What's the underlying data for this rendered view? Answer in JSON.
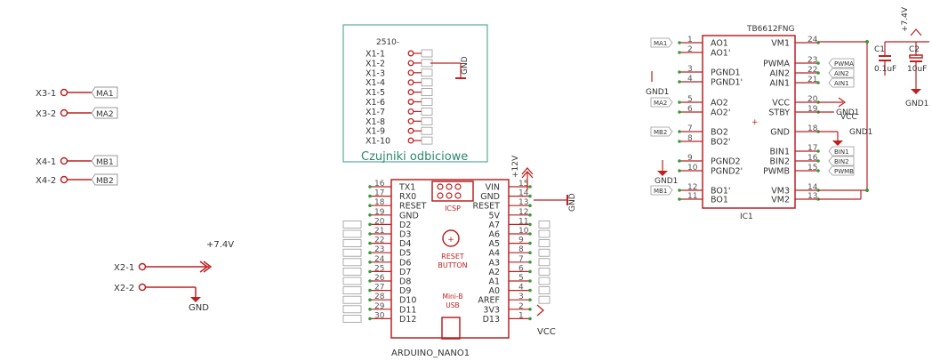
{
  "left_connectors": [
    {
      "label": "X3-1",
      "net": "MA1"
    },
    {
      "label": "X3-2",
      "net": "MA2"
    },
    {
      "label": "X4-1",
      "net": "MB1"
    },
    {
      "label": "X4-2",
      "net": "MB2"
    },
    {
      "label": "X2-1",
      "net": ""
    },
    {
      "label": "X2-2",
      "net": ""
    }
  ],
  "power": {
    "v74_left": "+7.4V",
    "gnd_left": "GND",
    "v74_right": "+7.4V",
    "v12": "+12V",
    "vcc": "VCC"
  },
  "sensor": {
    "frame_label": "Czujniki odbiciowe",
    "part": "2510-",
    "pins": [
      "X1-1",
      "X1-2",
      "X1-3",
      "X1-4",
      "X1-5",
      "X1-6",
      "X1-7",
      "X1-8",
      "X1-9",
      "X1-10"
    ],
    "gnd": "GND"
  },
  "nano": {
    "name": "ARDUINO_NANO1",
    "icsp": "ICSP",
    "reset_btn": "RESET\nBUTTON",
    "usb": "Mini-B\nUSB",
    "left_pins": [
      {
        "num": "16",
        "name": "TX1"
      },
      {
        "num": "17",
        "name": "RX0"
      },
      {
        "num": "18",
        "name": "RESET"
      },
      {
        "num": "19",
        "name": "GND"
      },
      {
        "num": "20",
        "name": "D2"
      },
      {
        "num": "21",
        "name": "D3"
      },
      {
        "num": "22",
        "name": "D4"
      },
      {
        "num": "23",
        "name": "D5"
      },
      {
        "num": "24",
        "name": "D6"
      },
      {
        "num": "25",
        "name": "D7"
      },
      {
        "num": "26",
        "name": "D8"
      },
      {
        "num": "27",
        "name": "D9"
      },
      {
        "num": "28",
        "name": "D10"
      },
      {
        "num": "29",
        "name": "D11"
      },
      {
        "num": "30",
        "name": "D12"
      }
    ],
    "right_pins": [
      {
        "num": "15",
        "name": "VIN"
      },
      {
        "num": "14",
        "name": "GND"
      },
      {
        "num": "13",
        "name": "RESET"
      },
      {
        "num": "12",
        "name": "5V"
      },
      {
        "num": "11",
        "name": "A7"
      },
      {
        "num": "10",
        "name": "A6"
      },
      {
        "num": "9",
        "name": "A5"
      },
      {
        "num": "8",
        "name": "A4"
      },
      {
        "num": "7",
        "name": "A3"
      },
      {
        "num": "6",
        "name": "A2"
      },
      {
        "num": "5",
        "name": "A1"
      },
      {
        "num": "4",
        "name": "A0"
      },
      {
        "num": "3",
        "name": "AREF"
      },
      {
        "num": "2",
        "name": "3V3"
      },
      {
        "num": "1",
        "name": "D13"
      }
    ],
    "gnd": "GND"
  },
  "driver": {
    "part": "TB6612FNG",
    "name": "IC1",
    "left_pins": [
      {
        "num": "1",
        "name": "AO1",
        "net": "MA1"
      },
      {
        "num": "2",
        "name": "AO1'",
        "net": ""
      },
      {
        "num": "3",
        "name": "PGND1",
        "net": ""
      },
      {
        "num": "4",
        "name": "PGND1'",
        "net": ""
      },
      {
        "num": "5",
        "name": "AO2",
        "net": "MA2"
      },
      {
        "num": "6",
        "name": "AO2'",
        "net": ""
      },
      {
        "num": "7",
        "name": "BO2",
        "net": "MB2"
      },
      {
        "num": "8",
        "name": "BO2'",
        "net": ""
      },
      {
        "num": "9",
        "name": "PGND2",
        "net": ""
      },
      {
        "num": "10",
        "name": "PGND2'",
        "net": ""
      },
      {
        "num": "12",
        "name": "BO1'",
        "net": "MB1"
      },
      {
        "num": "11",
        "name": "BO1",
        "net": ""
      }
    ],
    "right_pins": [
      {
        "num": "24",
        "name": "VM1",
        "net": ""
      },
      {
        "num": "23",
        "name": "PWMA",
        "net": "PWMA"
      },
      {
        "num": "22",
        "name": "AIN2",
        "net": "AIN2"
      },
      {
        "num": "21",
        "name": "AIN1",
        "net": "AIN1"
      },
      {
        "num": "20",
        "name": "VCC",
        "net": ""
      },
      {
        "num": "19",
        "name": "STBY",
        "net": ""
      },
      {
        "num": "18",
        "name": "GND",
        "net": ""
      },
      {
        "num": "17",
        "name": "BIN1",
        "net": "BIN1"
      },
      {
        "num": "16",
        "name": "BIN2",
        "net": "BIN2"
      },
      {
        "num": "15",
        "name": "PWMB",
        "net": "PWMB"
      },
      {
        "num": "14",
        "name": "VM3",
        "net": ""
      },
      {
        "num": "13",
        "name": "VM2",
        "net": ""
      }
    ],
    "gnd1_a": "GND1",
    "gnd1_b": "GND1",
    "gnd1_c": "GND1",
    "gnd1_d": "GND1",
    "gnd1_e": "GND1",
    "vcc": "VCC"
  },
  "caps": {
    "c1": "C1",
    "c1_val": "0.1uF",
    "c2": "C2",
    "c2_val": "10uF"
  }
}
